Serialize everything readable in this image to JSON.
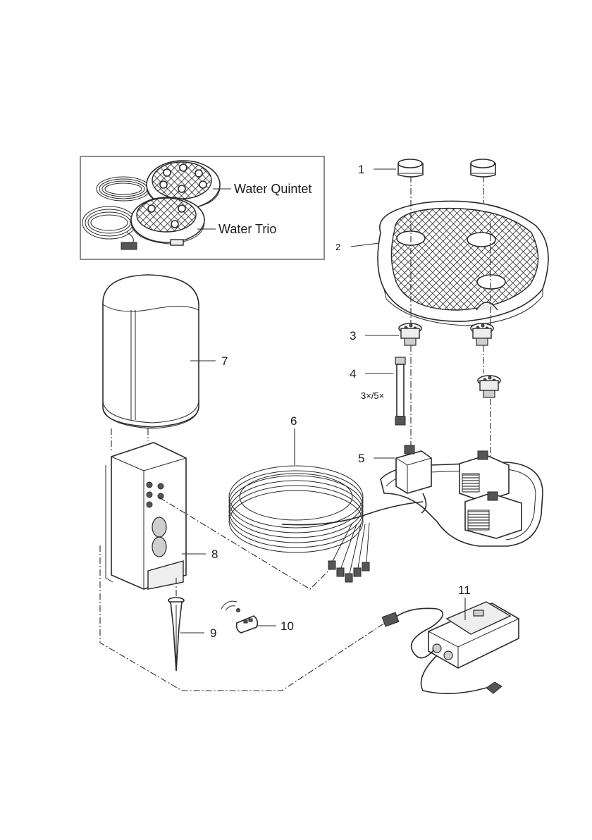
{
  "inset": {
    "variants": [
      "Water Quintet",
      "Water Trio"
    ]
  },
  "parts": {
    "p1": "1",
    "p2": "2",
    "p3": "3",
    "p4": "4",
    "p4_note": "3×/5×",
    "p5": "5",
    "p6": "6",
    "p7": "7",
    "p8": "8",
    "p9": "9",
    "p10": "10",
    "p11": "11"
  }
}
